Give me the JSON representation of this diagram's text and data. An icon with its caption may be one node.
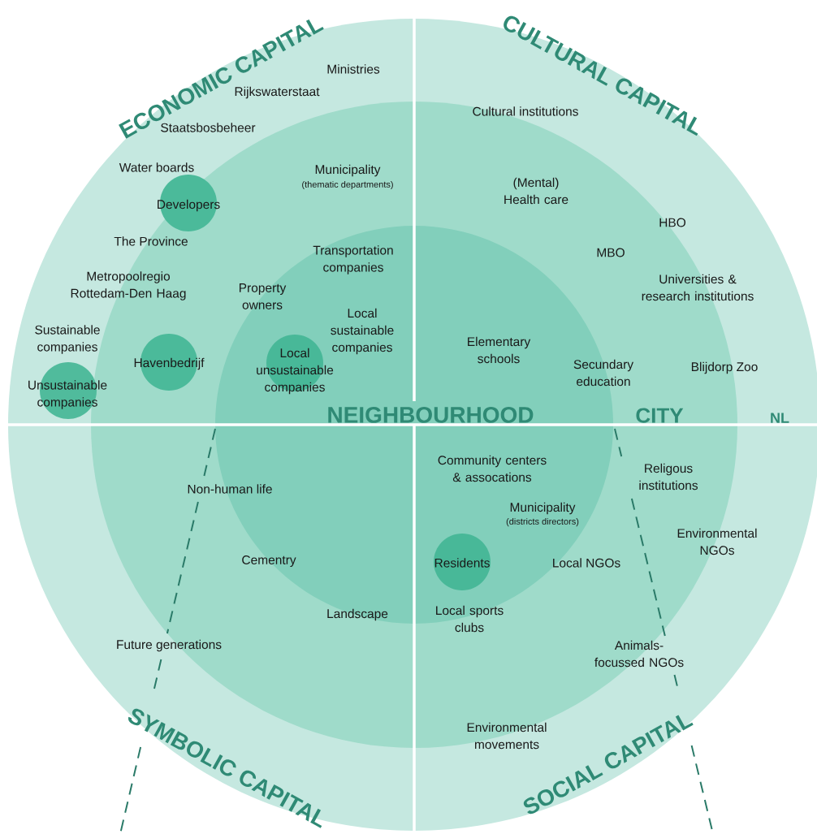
{
  "diagram": {
    "nodes": [
      {
        "text": [
          "NL"
        ]
      },
      {
        "text": [
          "CITY"
        ],
        "in": 0
      },
      {
        "text": [
          "NEIGHBOURHOOD"
        ],
        "in": 1
      },
      {
        "text": [
          "Developers"
        ],
        "in": 1
      },
      {
        "text": [
          "Havenbedrijf"
        ],
        "in": 1
      },
      {
        "text": [
          "Unsustainable companies"
        ],
        "in": 0
      },
      {
        "text": [
          "Local unsustainable companies"
        ],
        "in": 2
      },
      {
        "text": [
          "Residents"
        ],
        "in": 2
      }
    ],
    "labels": [
      "ECONOMIC CAPITAL",
      "CULTURAL CAPITAL",
      "Ministries",
      "Rijkswaterstaat",
      "Staatsbosbeheer",
      "Cultural institutions",
      "Water boards",
      "Municipality",
      "(thematic departments)",
      "(Mental) Health care",
      "HBO",
      "The Province",
      "MBO",
      "Transportation companies",
      "Metropoolregio Rottedam-Den Haag",
      "Property owners",
      "Universities & research institutions",
      "Local sustainable companies",
      "Sustainable companies",
      "Elementary schools",
      "Secundary education",
      "Blijdorp Zoo",
      "Community centers & assocations",
      "Religous institutions",
      "Non-human life",
      "Municipality",
      "(districts directors)",
      "Environmental NGOs",
      "Cementry",
      "Local NGOs",
      "Landscape",
      "Local sports clubs",
      "Future generations",
      "Animals-focussed NGOs",
      "Environmental movements",
      "SYMBOLIC CAPITAL",
      "SOCIAL CAPITAL"
    ]
  }
}
